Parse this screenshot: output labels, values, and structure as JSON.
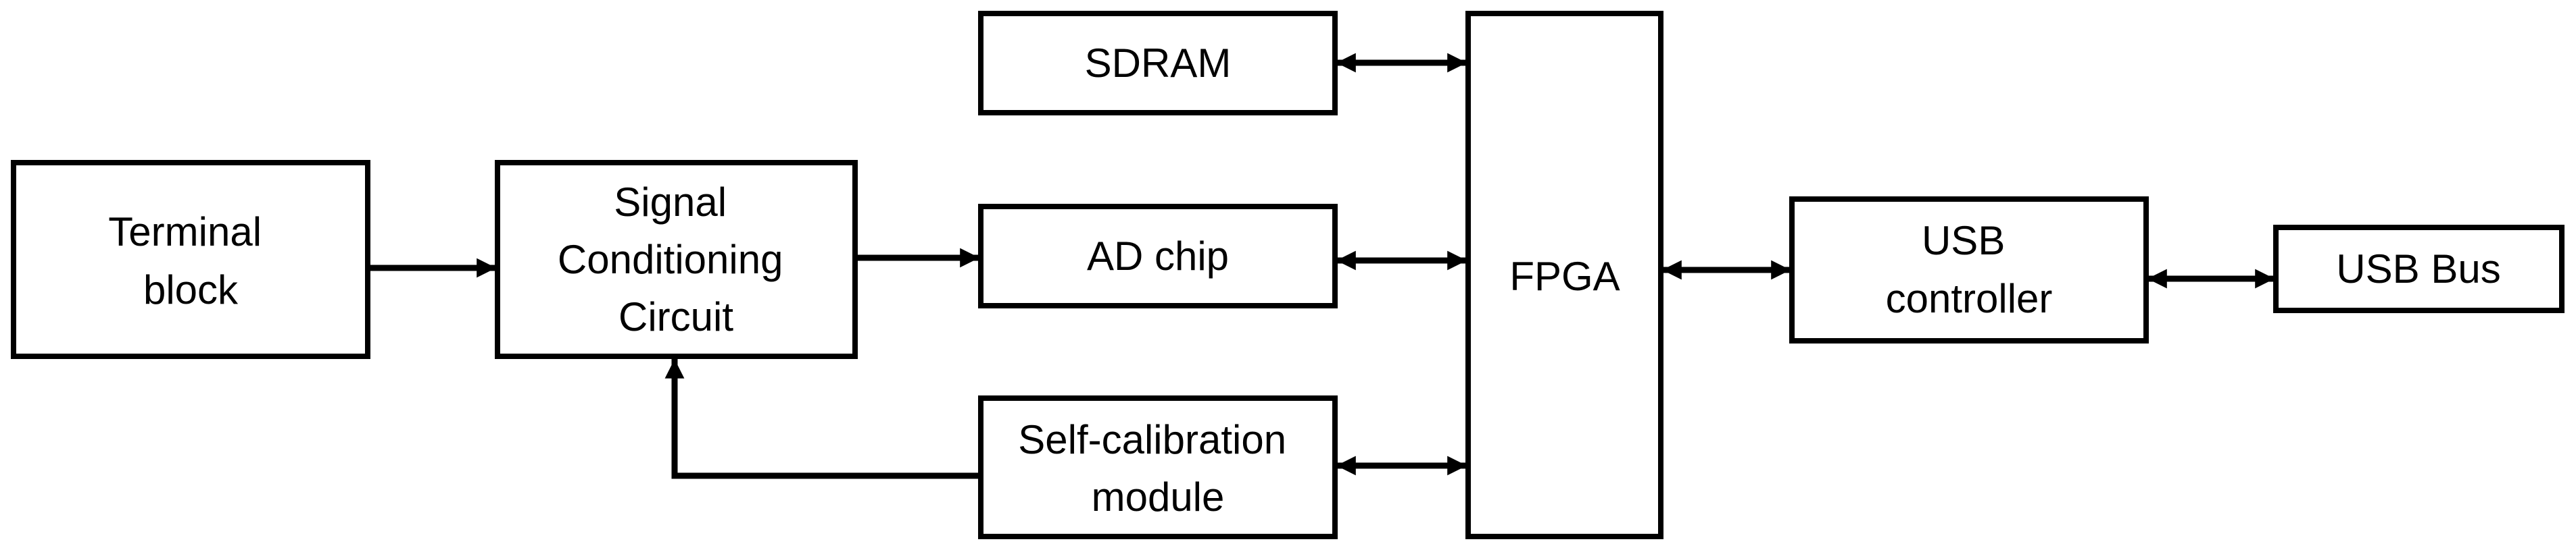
{
  "blocks": {
    "terminal_block": {
      "lines": [
        "Terminal",
        "block"
      ]
    },
    "signal_conditioning": {
      "lines": [
        "Signal",
        "Conditioning",
        "Circuit"
      ]
    },
    "sdram": {
      "lines": [
        "SDRAM"
      ]
    },
    "ad_chip": {
      "lines": [
        "AD chip"
      ]
    },
    "self_calibration": {
      "lines": [
        "Self-calibration",
        "module"
      ]
    },
    "fpga": {
      "lines": [
        "FPGA"
      ]
    },
    "usb_controller": {
      "lines": [
        "USB",
        "controller"
      ]
    },
    "usb_bus": {
      "lines": [
        "USB Bus"
      ]
    }
  },
  "colors": {
    "stroke": "#000000",
    "background": "#ffffff"
  }
}
